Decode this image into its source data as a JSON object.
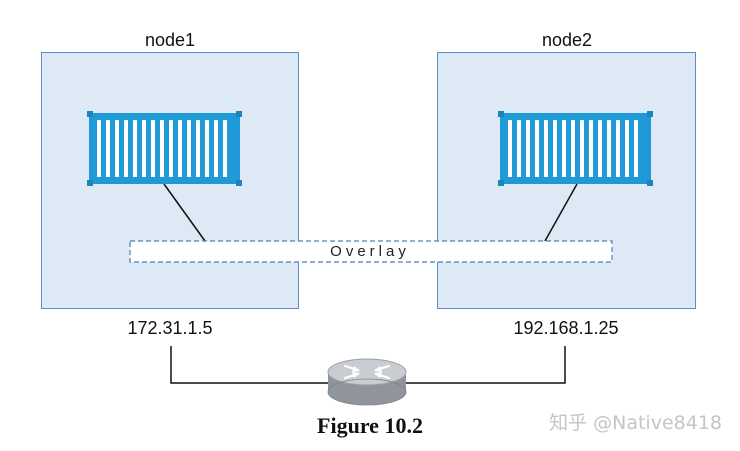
{
  "nodes": [
    {
      "name": "node1",
      "ip": "172.31.1.5"
    },
    {
      "name": "node2",
      "ip": "192.168.1.25"
    }
  ],
  "overlay": {
    "label": "Overlay"
  },
  "router": {
    "icon": "router-icon"
  },
  "container": {
    "icon": "container-icon",
    "color": "#1f9ad6"
  },
  "colors": {
    "node_fill": "#dde9f5",
    "node_border": "#5b8fc9",
    "overlay_border": "#4a7fbf"
  },
  "caption": "Figure 10.2",
  "watermark": "知乎 @Native8418"
}
